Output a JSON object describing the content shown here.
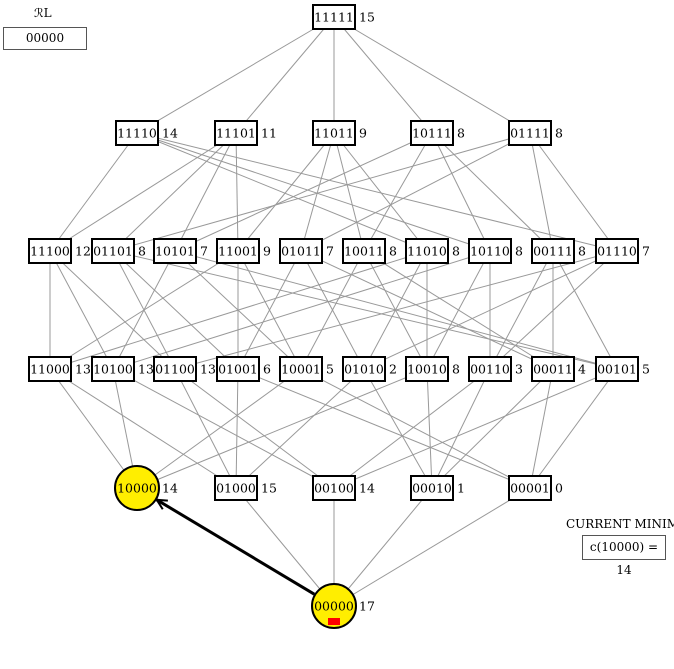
{
  "left_panel": {
    "title": "ℛL",
    "value": "00000"
  },
  "right_panel": {
    "title": "CURRENT MINIMUM",
    "value": "c(10000) = 14"
  },
  "colors": {
    "highlight": "#ffee00",
    "minimum": "#33ee22",
    "marker": "#ff0000",
    "edge": "#999999",
    "arrow": "#000000"
  },
  "levels": [
    [
      {
        "id": "11111",
        "cost": "15"
      }
    ],
    [
      {
        "id": "11110",
        "cost": "14"
      },
      {
        "id": "11101",
        "cost": "11"
      },
      {
        "id": "11011",
        "cost": "9"
      },
      {
        "id": "10111",
        "cost": "8"
      },
      {
        "id": "01111",
        "cost": "8"
      }
    ],
    [
      {
        "id": "11100",
        "cost": "12"
      },
      {
        "id": "01101",
        "cost": "8"
      },
      {
        "id": "10101",
        "cost": "7"
      },
      {
        "id": "11001",
        "cost": "9"
      },
      {
        "id": "01011",
        "cost": "7"
      },
      {
        "id": "10011",
        "cost": "8"
      },
      {
        "id": "11010",
        "cost": "8"
      },
      {
        "id": "10110",
        "cost": "8"
      },
      {
        "id": "00111",
        "cost": "8"
      },
      {
        "id": "01110",
        "cost": "7"
      }
    ],
    [
      {
        "id": "11000",
        "cost": "13"
      },
      {
        "id": "10100",
        "cost": "13"
      },
      {
        "id": "01100",
        "cost": "13"
      },
      {
        "id": "01001",
        "cost": "6"
      },
      {
        "id": "10001",
        "cost": "5"
      },
      {
        "id": "01010",
        "cost": "2"
      },
      {
        "id": "10010",
        "cost": "8"
      },
      {
        "id": "00110",
        "cost": "3"
      },
      {
        "id": "00011",
        "cost": "4"
      },
      {
        "id": "00101",
        "cost": "5"
      }
    ],
    [
      {
        "id": "10000",
        "cost": "14",
        "style": "circle"
      },
      {
        "id": "01000",
        "cost": "15"
      },
      {
        "id": "00100",
        "cost": "14"
      },
      {
        "id": "00010",
        "cost": "1"
      },
      {
        "id": "00001",
        "cost": "0",
        "style": "minimum"
      }
    ],
    [
      {
        "id": "00000",
        "cost": "17",
        "style": "circle",
        "marker": true
      }
    ]
  ],
  "arrow": {
    "from": "00000",
    "to": "10000"
  }
}
